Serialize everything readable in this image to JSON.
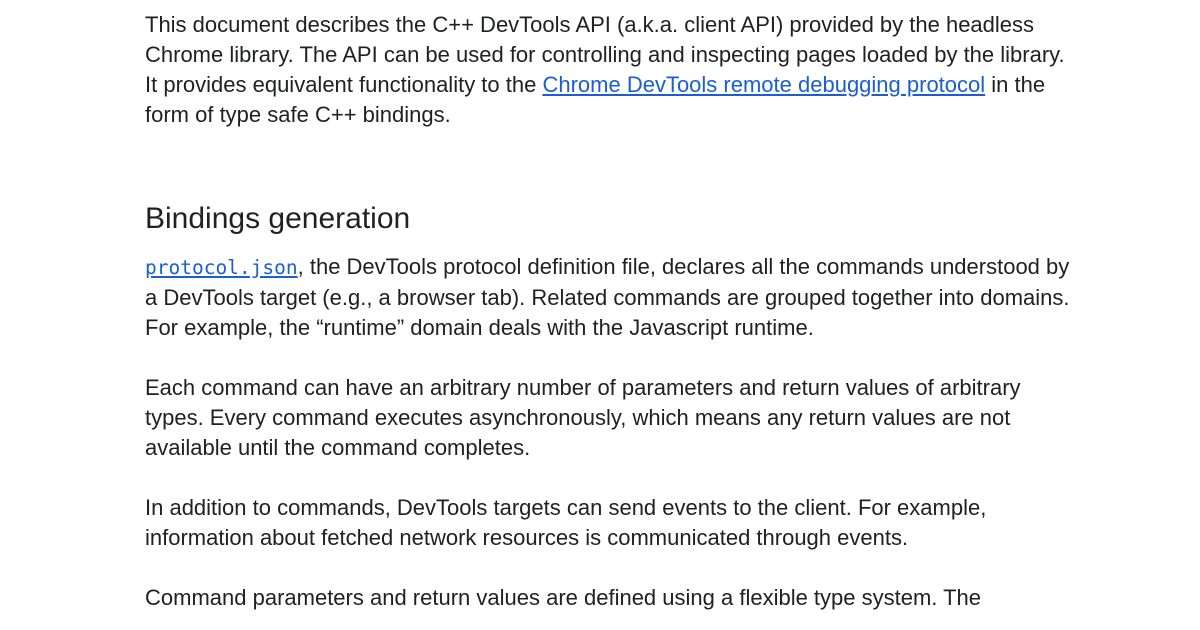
{
  "intro": {
    "text_1": "This document describes the C++ DevTools API (a.k.a. client API) provided by the headless Chrome library. The API can be used for controlling and inspecting pages loaded by the library. It provides equivalent functionality to the ",
    "link_text": "Chrome DevTools remote debugging protocol",
    "text_2": " in the form of type safe C++ bindings."
  },
  "bindings_section": {
    "heading": "Bindings generation",
    "p1": {
      "code_link": "protocol.json",
      "text": ", the DevTools protocol definition file, declares all the commands understood by a DevTools target (e.g., a browser tab). Related commands are grouped together into domains. For example, the “runtime” domain deals with the Javascript runtime."
    },
    "p2": "Each command can have an arbitrary number of parameters and return values of arbitrary types. Every command executes asynchronously, which means any return values are not available until the command completes.",
    "p3": "In addition to commands, DevTools targets can send events to the client. For example, information about fetched network resources is communicated through events.",
    "p4": "Command parameters and return values are defined using a flexible type system. The"
  },
  "colors": {
    "text": "#202124",
    "link": "#1a5fd0"
  }
}
